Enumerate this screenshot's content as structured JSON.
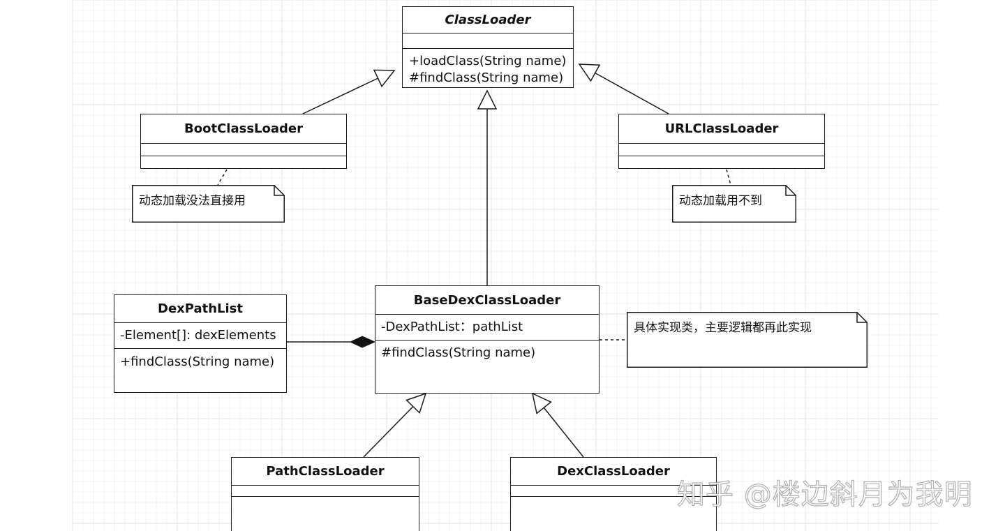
{
  "classes": {
    "classloader": {
      "name": "ClassLoader",
      "methods": [
        "+loadClass(String name)",
        "#findClass(String name)"
      ]
    },
    "bootclassloader": {
      "name": "BootClassLoader"
    },
    "urlclassloader": {
      "name": "URLClassLoader"
    },
    "dexpathlist": {
      "name": "DexPathList",
      "fields": [
        "-Element[]: dexElements"
      ],
      "methods": [
        "+findClass(String name)"
      ]
    },
    "basedexclassloader": {
      "name": "BaseDexClassLoader",
      "fields": [
        "-DexPathList：pathList"
      ],
      "methods": [
        "#findClass(String name)"
      ]
    },
    "pathclassloader": {
      "name": "PathClassLoader"
    },
    "dexclassloader": {
      "name": "DexClassLoader"
    }
  },
  "notes": {
    "boot": "动态加载没法直接用",
    "url": "动态加载用不到",
    "basedex": "具体实现类，主要逻辑都再此实现"
  },
  "watermark": "知乎 @楼边斜月为我明"
}
